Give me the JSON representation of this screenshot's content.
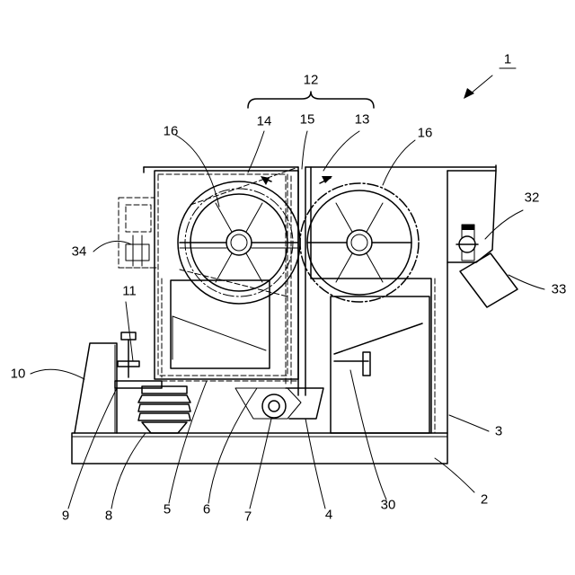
{
  "labels": {
    "ref_1": "1",
    "ref_2": "2",
    "ref_3": "3",
    "ref_4": "4",
    "ref_5": "5",
    "ref_6": "6",
    "ref_7": "7",
    "ref_8": "8",
    "ref_9": "9",
    "ref_10": "10",
    "ref_11": "11",
    "ref_12": "12",
    "ref_13": "13",
    "ref_14": "14",
    "ref_15": "15",
    "ref_16_left": "16",
    "ref_16_right": "16",
    "ref_30": "30",
    "ref_32": "32",
    "ref_33": "33",
    "ref_34": "34"
  }
}
